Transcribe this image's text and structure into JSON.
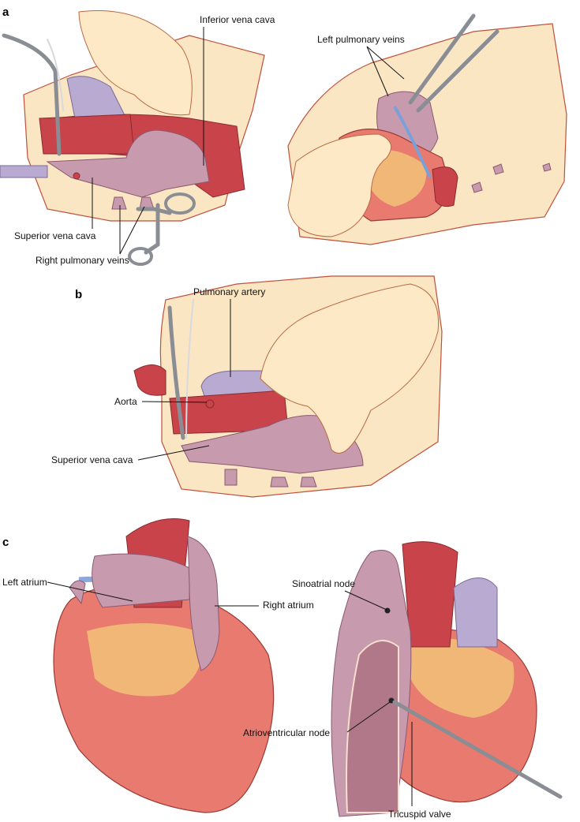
{
  "panels": {
    "a": {
      "letter": "a",
      "labels": {
        "inferior_vena_cava": "Inferior vena cava",
        "left_pulmonary_veins": "Left pulmonary veins",
        "superior_vena_cava": "Superior vena cava",
        "right_pulmonary_veins": "Right pulmonary veins"
      }
    },
    "b": {
      "letter": "b",
      "labels": {
        "pulmonary_artery": "Pulmonary artery",
        "aorta": "Aorta",
        "superior_vena_cava": "Superior vena cava"
      }
    },
    "c": {
      "letter": "c",
      "labels": {
        "left_atrium": "Left atrium",
        "right_atrium": "Right atrium",
        "sinoatrial_node": "Sinoatrial node",
        "atrioventricular_node": "Atrioventricular node",
        "tricuspid_valve": "Tricuspid valve"
      }
    }
  }
}
